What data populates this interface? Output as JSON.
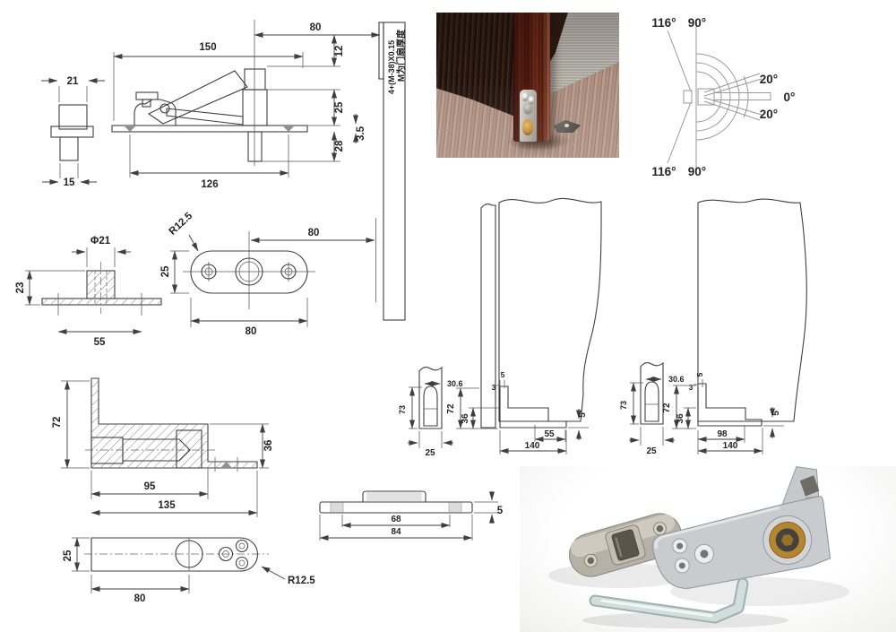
{
  "colors": {
    "line": "#3f3f3f",
    "fill_light": "#e0e0e0",
    "fill_mid": "#c6c6c6",
    "fill_dark": "#949494",
    "door_panel": "#e4e6e3",
    "bracket_gray": "#a0a0a0",
    "brass": "#b5862f"
  },
  "pin_view": {
    "top_width": "21",
    "shaft_width": "15"
  },
  "assembly_view": {
    "overall_length": "150",
    "base_length": "126",
    "pivot_to_edge": "80",
    "upper_offset": "12",
    "block_height": "25",
    "pin_depth": "28",
    "plate_thickness": "3.5"
  },
  "door_edge_bar": {
    "thickness_formula": "4+(M-38)X0.15",
    "note": "M为门扇厚度"
  },
  "socket_view": {
    "bore_diameter": "Φ21",
    "height": "23",
    "base_width": "55"
  },
  "plate_view": {
    "corner_radius": "R12.5",
    "width": "25",
    "length": "80",
    "pivot_to_edge": "80"
  },
  "angle_view": {
    "top_116": "116°",
    "top_90": "90°",
    "up_20": "20°",
    "closed_0": "0°",
    "down_20": "20°",
    "bottom_116": "116°",
    "bottom_90": "90°"
  },
  "mount_left": {
    "edge_width": "30.6",
    "edge_height": "73",
    "edge_depth": "25",
    "top_gap": "5",
    "side_gap": "3",
    "body_height": "72",
    "arm_height": "36",
    "hole_offset": "55",
    "arm_length": "140",
    "floor_gap": "5"
  },
  "mount_right": {
    "edge_width": "30.6",
    "edge_height": "73",
    "edge_depth": "25",
    "top_gap": "5",
    "side_gap": "3",
    "body_height": "72",
    "arm_height": "36",
    "hole_offset": "98",
    "arm_length": "140",
    "floor_gap": "5"
  },
  "section_view": {
    "height": "72",
    "arm_thickness": "36",
    "bore_length": "95",
    "total_length": "135"
  },
  "arm_view": {
    "width": "25",
    "pivot_offset": "80",
    "corner_radius": "R12.5"
  },
  "strike_view": {
    "hole_span": "68",
    "length": "84",
    "thickness": "5"
  }
}
